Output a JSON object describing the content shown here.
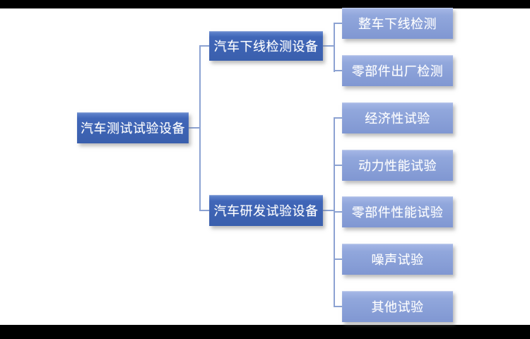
{
  "colors": {
    "background": "#ffffff",
    "letterbox_bar": "#000000",
    "node_dark_top": "#6487CE",
    "node_dark_bottom": "#3A5FAD",
    "node_light_top": "#A6B8E6",
    "node_light_bottom": "#8097D2",
    "node_text": "#ffffff",
    "connector": "#8CA2D2"
  },
  "diagram": {
    "type": "tree",
    "root": {
      "label": "汽车测试试验设备"
    },
    "branches": [
      {
        "label": "汽车下线检测设备",
        "children": [
          {
            "label": "整车下线检测"
          },
          {
            "label": "零部件出厂检测"
          }
        ]
      },
      {
        "label": "汽车研发试验设备",
        "children": [
          {
            "label": "经济性试验"
          },
          {
            "label": "动力性能试验"
          },
          {
            "label": "零部件性能试验"
          },
          {
            "label": "噪声试验"
          },
          {
            "label": "其他试验"
          }
        ]
      }
    ]
  }
}
